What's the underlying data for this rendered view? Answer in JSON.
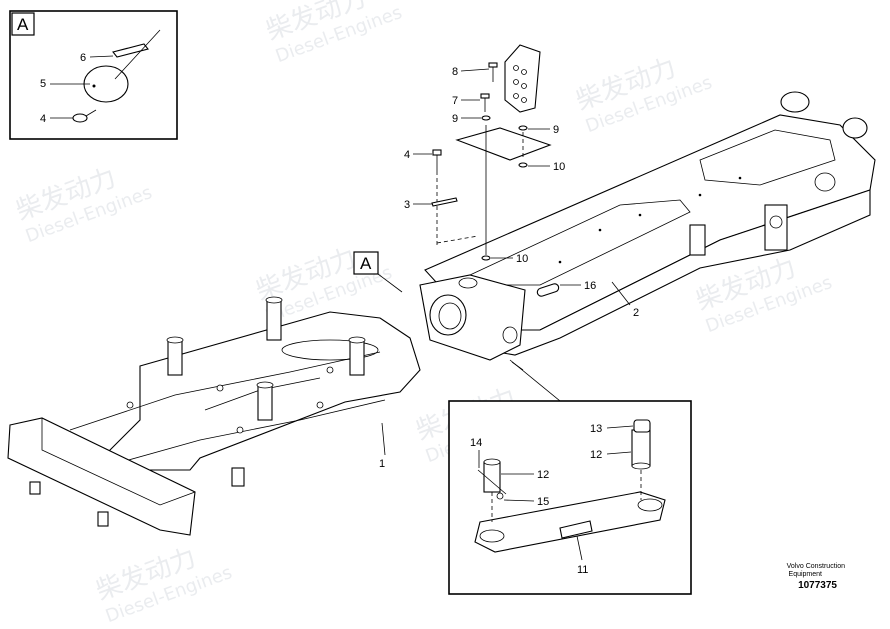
{
  "watermark": {
    "line1": "柴发动力",
    "line2": "Diesel-Engines"
  },
  "detail_labels": {
    "detail_a_box": "A",
    "detail_a_ref": "A"
  },
  "part_labels": {
    "p1": "1",
    "p2": "2",
    "p3": "3",
    "p4_main": "4",
    "p4_detail": "4",
    "p5": "5",
    "p6": "6",
    "p7": "7",
    "p8": "8",
    "p9_left": "9",
    "p9_right": "9",
    "p10_top": "10",
    "p10_mid": "10",
    "p11": "11",
    "p12_left": "12",
    "p12_right": "12",
    "p13": "13",
    "p14": "14",
    "p15": "15",
    "p16": "16"
  },
  "caption": {
    "line1": "Volvo Construction",
    "line2": "Equipment",
    "number": "1077375"
  }
}
